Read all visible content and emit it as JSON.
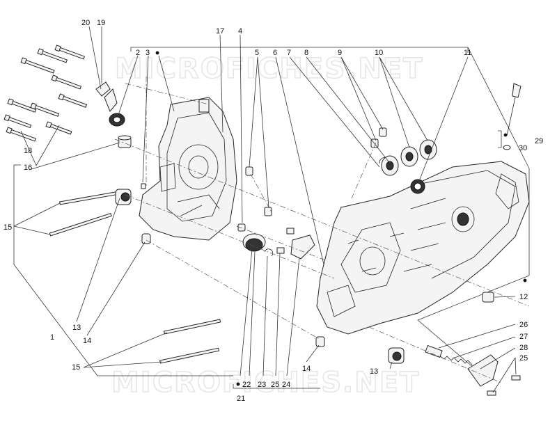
{
  "watermark": {
    "text": "MICROFICHES.NET"
  },
  "callouts": {
    "n1": "1",
    "n2": "2",
    "n3": "3",
    "n4": "4",
    "n5": "5",
    "n6": "6",
    "n7": "7",
    "n8": "8",
    "n9": "9",
    "n10": "10",
    "n11": "11",
    "n12": "12",
    "n13a": "13",
    "n13b": "13",
    "n14a": "14",
    "n14b": "14",
    "n15a": "15",
    "n15b": "15",
    "n16": "16",
    "n17": "17",
    "n18": "18",
    "n19": "19",
    "n20": "20",
    "n21": "21",
    "n22": "22",
    "n23": "23",
    "n24": "24",
    "n25a": "25",
    "n25b": "25",
    "n26": "26",
    "n27": "27",
    "n28": "28",
    "n29": "29",
    "n30": "30"
  }
}
